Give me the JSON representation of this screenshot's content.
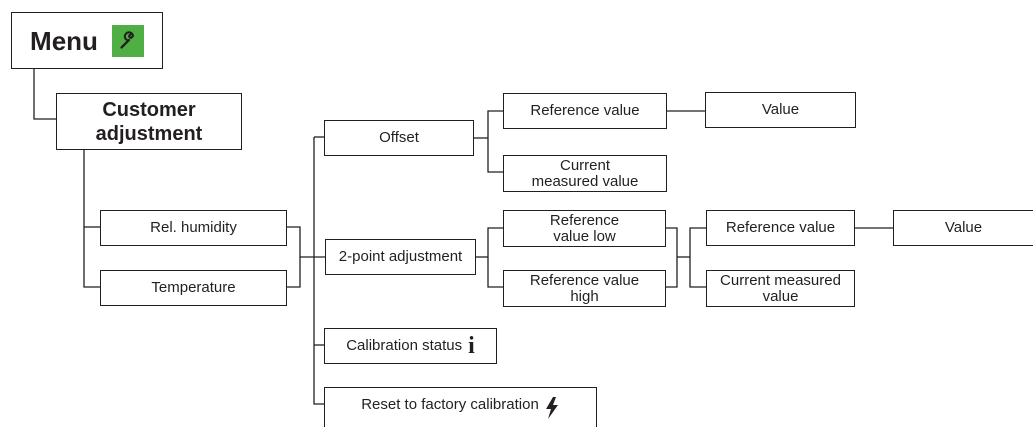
{
  "menu": {
    "label": "Menu",
    "icon": "wrench-icon",
    "icon_bg": "#4fae44"
  },
  "customer_adjustment": {
    "line1": "Customer",
    "line2": "adjustment"
  },
  "sensors": {
    "rel_humidity": "Rel. humidity",
    "temperature": "Temperature"
  },
  "options": {
    "offset": "Offset",
    "two_point": "2-point adjustment",
    "calibration_status": "Calibration status",
    "calibration_status_icon": "info-icon",
    "reset": "Reset to factory calibration",
    "reset_icon": "lightning-icon"
  },
  "offset_branch": {
    "reference_value": "Reference value",
    "value": "Value",
    "current_line1": "Current",
    "current_line2": "measured value"
  },
  "two_point_branch": {
    "ref_low_line1": "Reference",
    "ref_low_line2": "value low",
    "ref_high_line1": "Reference value",
    "ref_high_line2": "high",
    "reference_value": "Reference value",
    "value": "Value",
    "current_line1": "Current measured",
    "current_line2": "value"
  }
}
